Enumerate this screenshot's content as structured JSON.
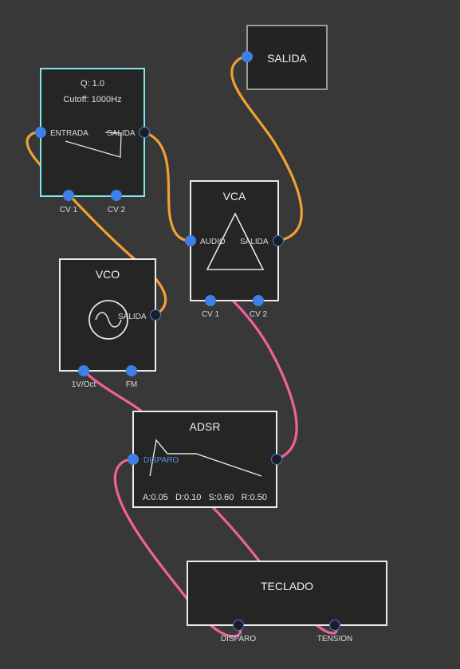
{
  "colors": {
    "audio_wire": "#f2a033",
    "gate_wire": "#f2609e",
    "port": "#3f7fe8",
    "selected_border": "#7fe8e8"
  },
  "modules": {
    "salida": {
      "title": "SALIDA"
    },
    "filter": {
      "q": "Q: 1.0",
      "cutoff": "Cutoff: 1000Hz",
      "in": "ENTRADA",
      "out": "SALIDA",
      "cv1": "CV 1",
      "cv2": "CV 2"
    },
    "vca": {
      "title": "VCA",
      "in": "AUDIO",
      "out": "SALIDA",
      "cv1": "CV 1",
      "cv2": "CV 2"
    },
    "vco": {
      "title": "VCO",
      "out": "SALIDA",
      "voct": "1V/Oct",
      "fm": "FM"
    },
    "adsr": {
      "title": "ADSR",
      "trigger": "DISPARO",
      "a": "A:0.05",
      "d": "D:0.10",
      "s": "S:0.60",
      "r": "R:0.50"
    },
    "teclado": {
      "title": "TECLADO",
      "trigger": "DISPARO",
      "voltage": "TENSION"
    }
  },
  "icons": {
    "filter": "lowpass-curve-icon",
    "vca": "triangle-amp-icon",
    "vco": "sine-wave-icon",
    "adsr": "envelope-icon"
  }
}
